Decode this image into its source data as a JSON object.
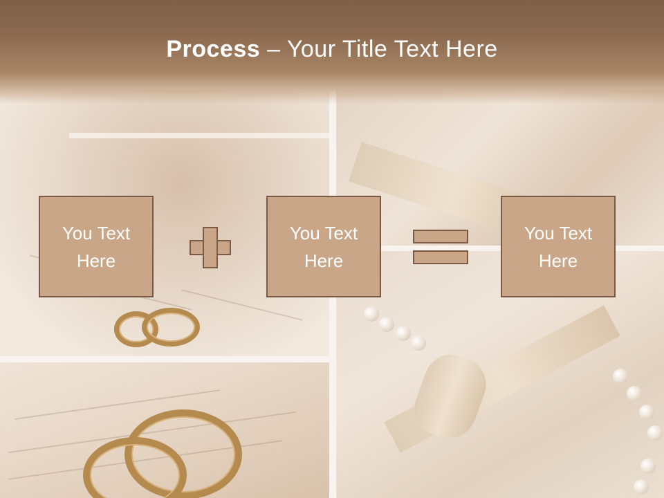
{
  "slide": {
    "title_bold": "Process",
    "title_dash": " – ",
    "title_rest": "Your Title Text Here"
  },
  "process": {
    "box1": "You Text\nHere",
    "box2": "You Text\nHere",
    "box3": "You Text\nHere",
    "operator1_icon": "plus-icon",
    "operator2_icon": "equals-icon"
  },
  "colors": {
    "title_band": "#8c6b51",
    "box_fill": "#c9a687",
    "box_border": "#7a5a44",
    "text": "#ffffff"
  }
}
